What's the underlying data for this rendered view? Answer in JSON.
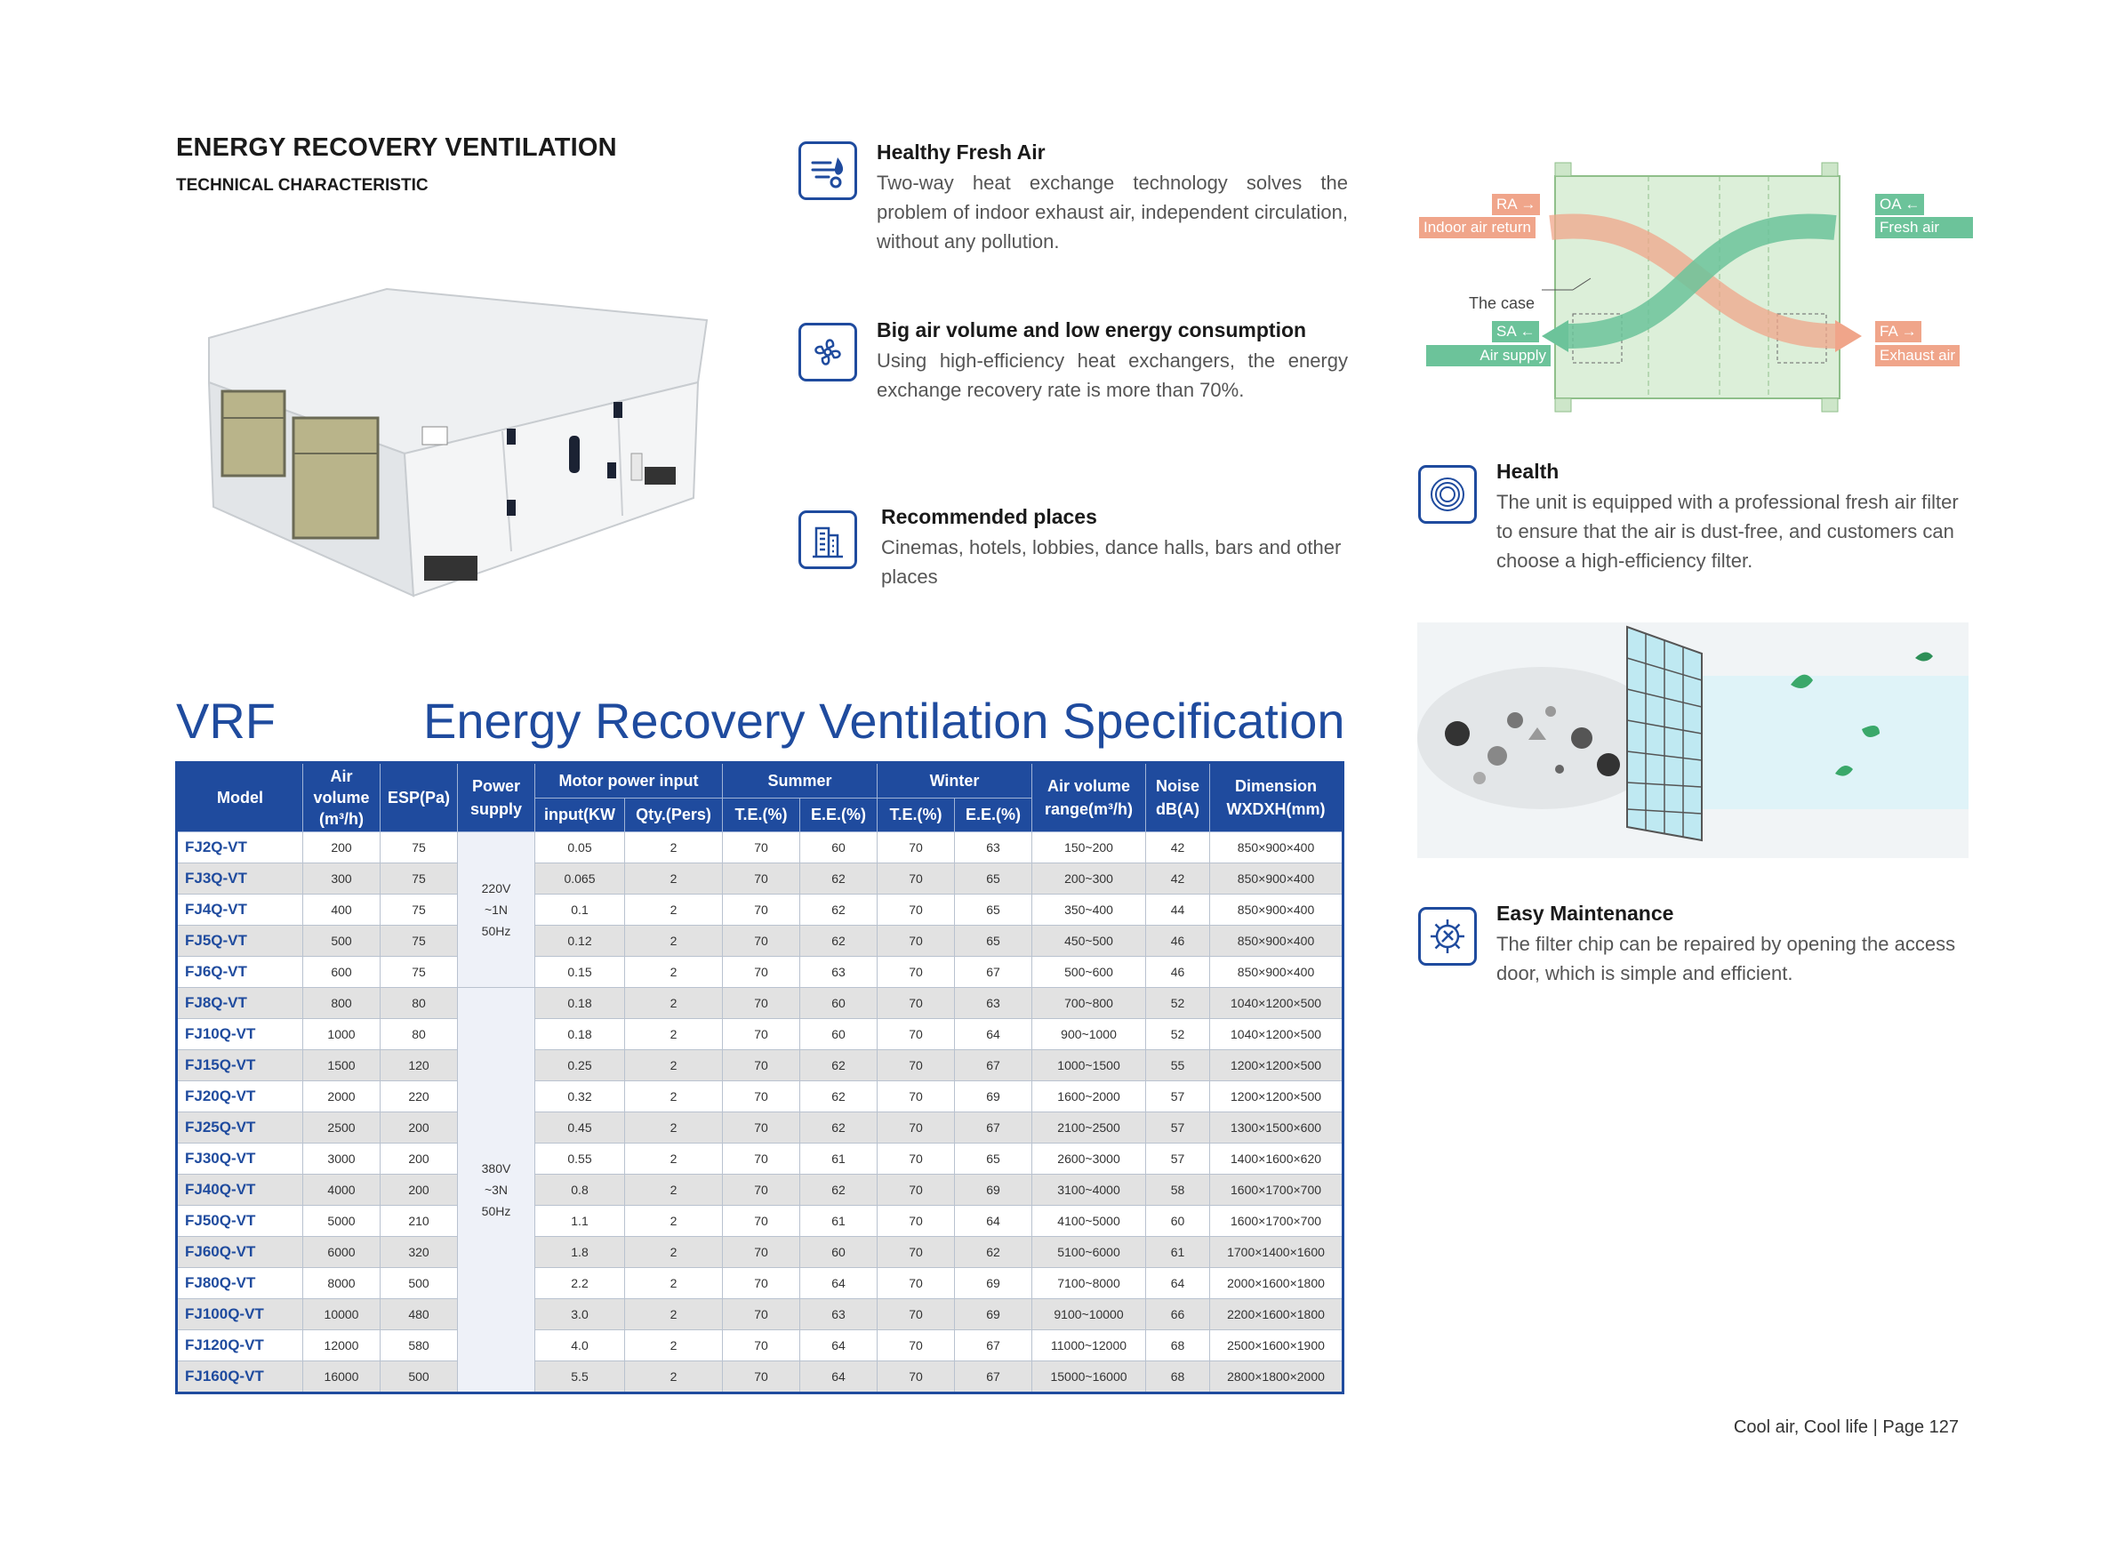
{
  "header": {
    "title": "ENERGY RECOVERY VENTILATION",
    "subtitle": "TECHNICAL CHARACTERISTIC"
  },
  "features": {
    "healthy": {
      "title": "Healthy Fresh Air",
      "text": "Two-way heat exchange technology solves the problem of indoor exhaust air, independent circulation, without any pollution."
    },
    "bigair": {
      "title": "Big air volume and low energy consumption",
      "text": "Using high-efficiency heat exchangers, the energy exchange recovery rate is more than 70%."
    },
    "places": {
      "title": "Recommended places",
      "text": "Cinemas, hotels, lobbies, dance halls, bars and other places"
    },
    "health": {
      "title": "Health",
      "text": "The unit is equipped with a professional fresh air filter to ensure that the air is dust-free, and customers can choose a high-efficiency filter."
    },
    "maintenance": {
      "title": "Easy Maintenance",
      "text": "The filter chip can be repaired by opening the access door, which is simple and efficient."
    }
  },
  "diagram": {
    "ra": "RA",
    "ra_label": "Indoor air return",
    "oa": "OA",
    "oa_label": "Fresh air",
    "sa": "SA",
    "sa_label": "Air supply",
    "fa": "FA",
    "fa_label": "Exhaust air",
    "case": "The case",
    "colors": {
      "green": "#6cc39a",
      "salmon": "#f0a58a",
      "blue": "#1f4b9e"
    }
  },
  "spec": {
    "brand": "VRF",
    "title": "Energy Recovery Ventilation Specification",
    "headers": {
      "model": "Model",
      "air_volume": [
        "Air",
        "volume",
        "(m³/h)"
      ],
      "esp": "ESP(Pa)",
      "power": [
        "Power",
        "supply"
      ],
      "motor": "Motor power input",
      "motor_input": "input(KW",
      "motor_qty": "Qty.(Pers)",
      "summer": "Summer",
      "winter": "Winter",
      "te": "T.E.(%)",
      "ee": "E.E.(%)",
      "range": [
        "Air volume",
        "range(m³/h)"
      ],
      "noise": [
        "Noise",
        "dB(A)"
      ],
      "dimension": [
        "Dimension",
        "WXDXH(mm)"
      ]
    },
    "power_groups": [
      {
        "lines": [
          "220V",
          "~1N",
          "50Hz"
        ]
      },
      {
        "lines": [
          "380V",
          "~3N",
          "50Hz"
        ]
      }
    ],
    "rows": [
      [
        "FJ2Q-VT",
        "200",
        "75",
        "0.05",
        "2",
        "70",
        "60",
        "70",
        "63",
        "150~200",
        "42",
        "850×900×400"
      ],
      [
        "FJ3Q-VT",
        "300",
        "75",
        "0.065",
        "2",
        "70",
        "62",
        "70",
        "65",
        "200~300",
        "42",
        "850×900×400"
      ],
      [
        "FJ4Q-VT",
        "400",
        "75",
        "0.1",
        "2",
        "70",
        "62",
        "70",
        "65",
        "350~400",
        "44",
        "850×900×400"
      ],
      [
        "FJ5Q-VT",
        "500",
        "75",
        "0.12",
        "2",
        "70",
        "62",
        "70",
        "65",
        "450~500",
        "46",
        "850×900×400"
      ],
      [
        "FJ6Q-VT",
        "600",
        "75",
        "0.15",
        "2",
        "70",
        "63",
        "70",
        "67",
        "500~600",
        "46",
        "850×900×400"
      ],
      [
        "FJ8Q-VT",
        "800",
        "80",
        "0.18",
        "2",
        "70",
        "60",
        "70",
        "63",
        "700~800",
        "52",
        "1040×1200×500"
      ],
      [
        "FJ10Q-VT",
        "1000",
        "80",
        "0.18",
        "2",
        "70",
        "60",
        "70",
        "64",
        "900~1000",
        "52",
        "1040×1200×500"
      ],
      [
        "FJ15Q-VT",
        "1500",
        "120",
        "0.25",
        "2",
        "70",
        "62",
        "70",
        "67",
        "1000~1500",
        "55",
        "1200×1200×500"
      ],
      [
        "FJ20Q-VT",
        "2000",
        "220",
        "0.32",
        "2",
        "70",
        "62",
        "70",
        "69",
        "1600~2000",
        "57",
        "1200×1200×500"
      ],
      [
        "FJ25Q-VT",
        "2500",
        "200",
        "0.45",
        "2",
        "70",
        "62",
        "70",
        "67",
        "2100~2500",
        "57",
        "1300×1500×600"
      ],
      [
        "FJ30Q-VT",
        "3000",
        "200",
        "0.55",
        "2",
        "70",
        "61",
        "70",
        "65",
        "2600~3000",
        "57",
        "1400×1600×620"
      ],
      [
        "FJ40Q-VT",
        "4000",
        "200",
        "0.8",
        "2",
        "70",
        "62",
        "70",
        "69",
        "3100~4000",
        "58",
        "1600×1700×700"
      ],
      [
        "FJ50Q-VT",
        "5000",
        "210",
        "1.1",
        "2",
        "70",
        "61",
        "70",
        "64",
        "4100~5000",
        "60",
        "1600×1700×700"
      ],
      [
        "FJ60Q-VT",
        "6000",
        "320",
        "1.8",
        "2",
        "70",
        "60",
        "70",
        "62",
        "5100~6000",
        "61",
        "1700×1400×1600"
      ],
      [
        "FJ80Q-VT",
        "8000",
        "500",
        "2.2",
        "2",
        "70",
        "64",
        "70",
        "69",
        "7100~8000",
        "64",
        "2000×1600×1800"
      ],
      [
        "FJ100Q-VT",
        "10000",
        "480",
        "3.0",
        "2",
        "70",
        "63",
        "70",
        "69",
        "9100~10000",
        "66",
        "2200×1600×1800"
      ],
      [
        "FJ120Q-VT",
        "12000",
        "580",
        "4.0",
        "2",
        "70",
        "64",
        "70",
        "67",
        "11000~12000",
        "68",
        "2500×1600×1900"
      ],
      [
        "FJ160Q-VT",
        "16000",
        "500",
        "5.5",
        "2",
        "70",
        "64",
        "70",
        "67",
        "15000~16000",
        "68",
        "2800×1800×2000"
      ]
    ]
  },
  "footer": {
    "text": "Cool air, Cool life |  Page  127"
  }
}
